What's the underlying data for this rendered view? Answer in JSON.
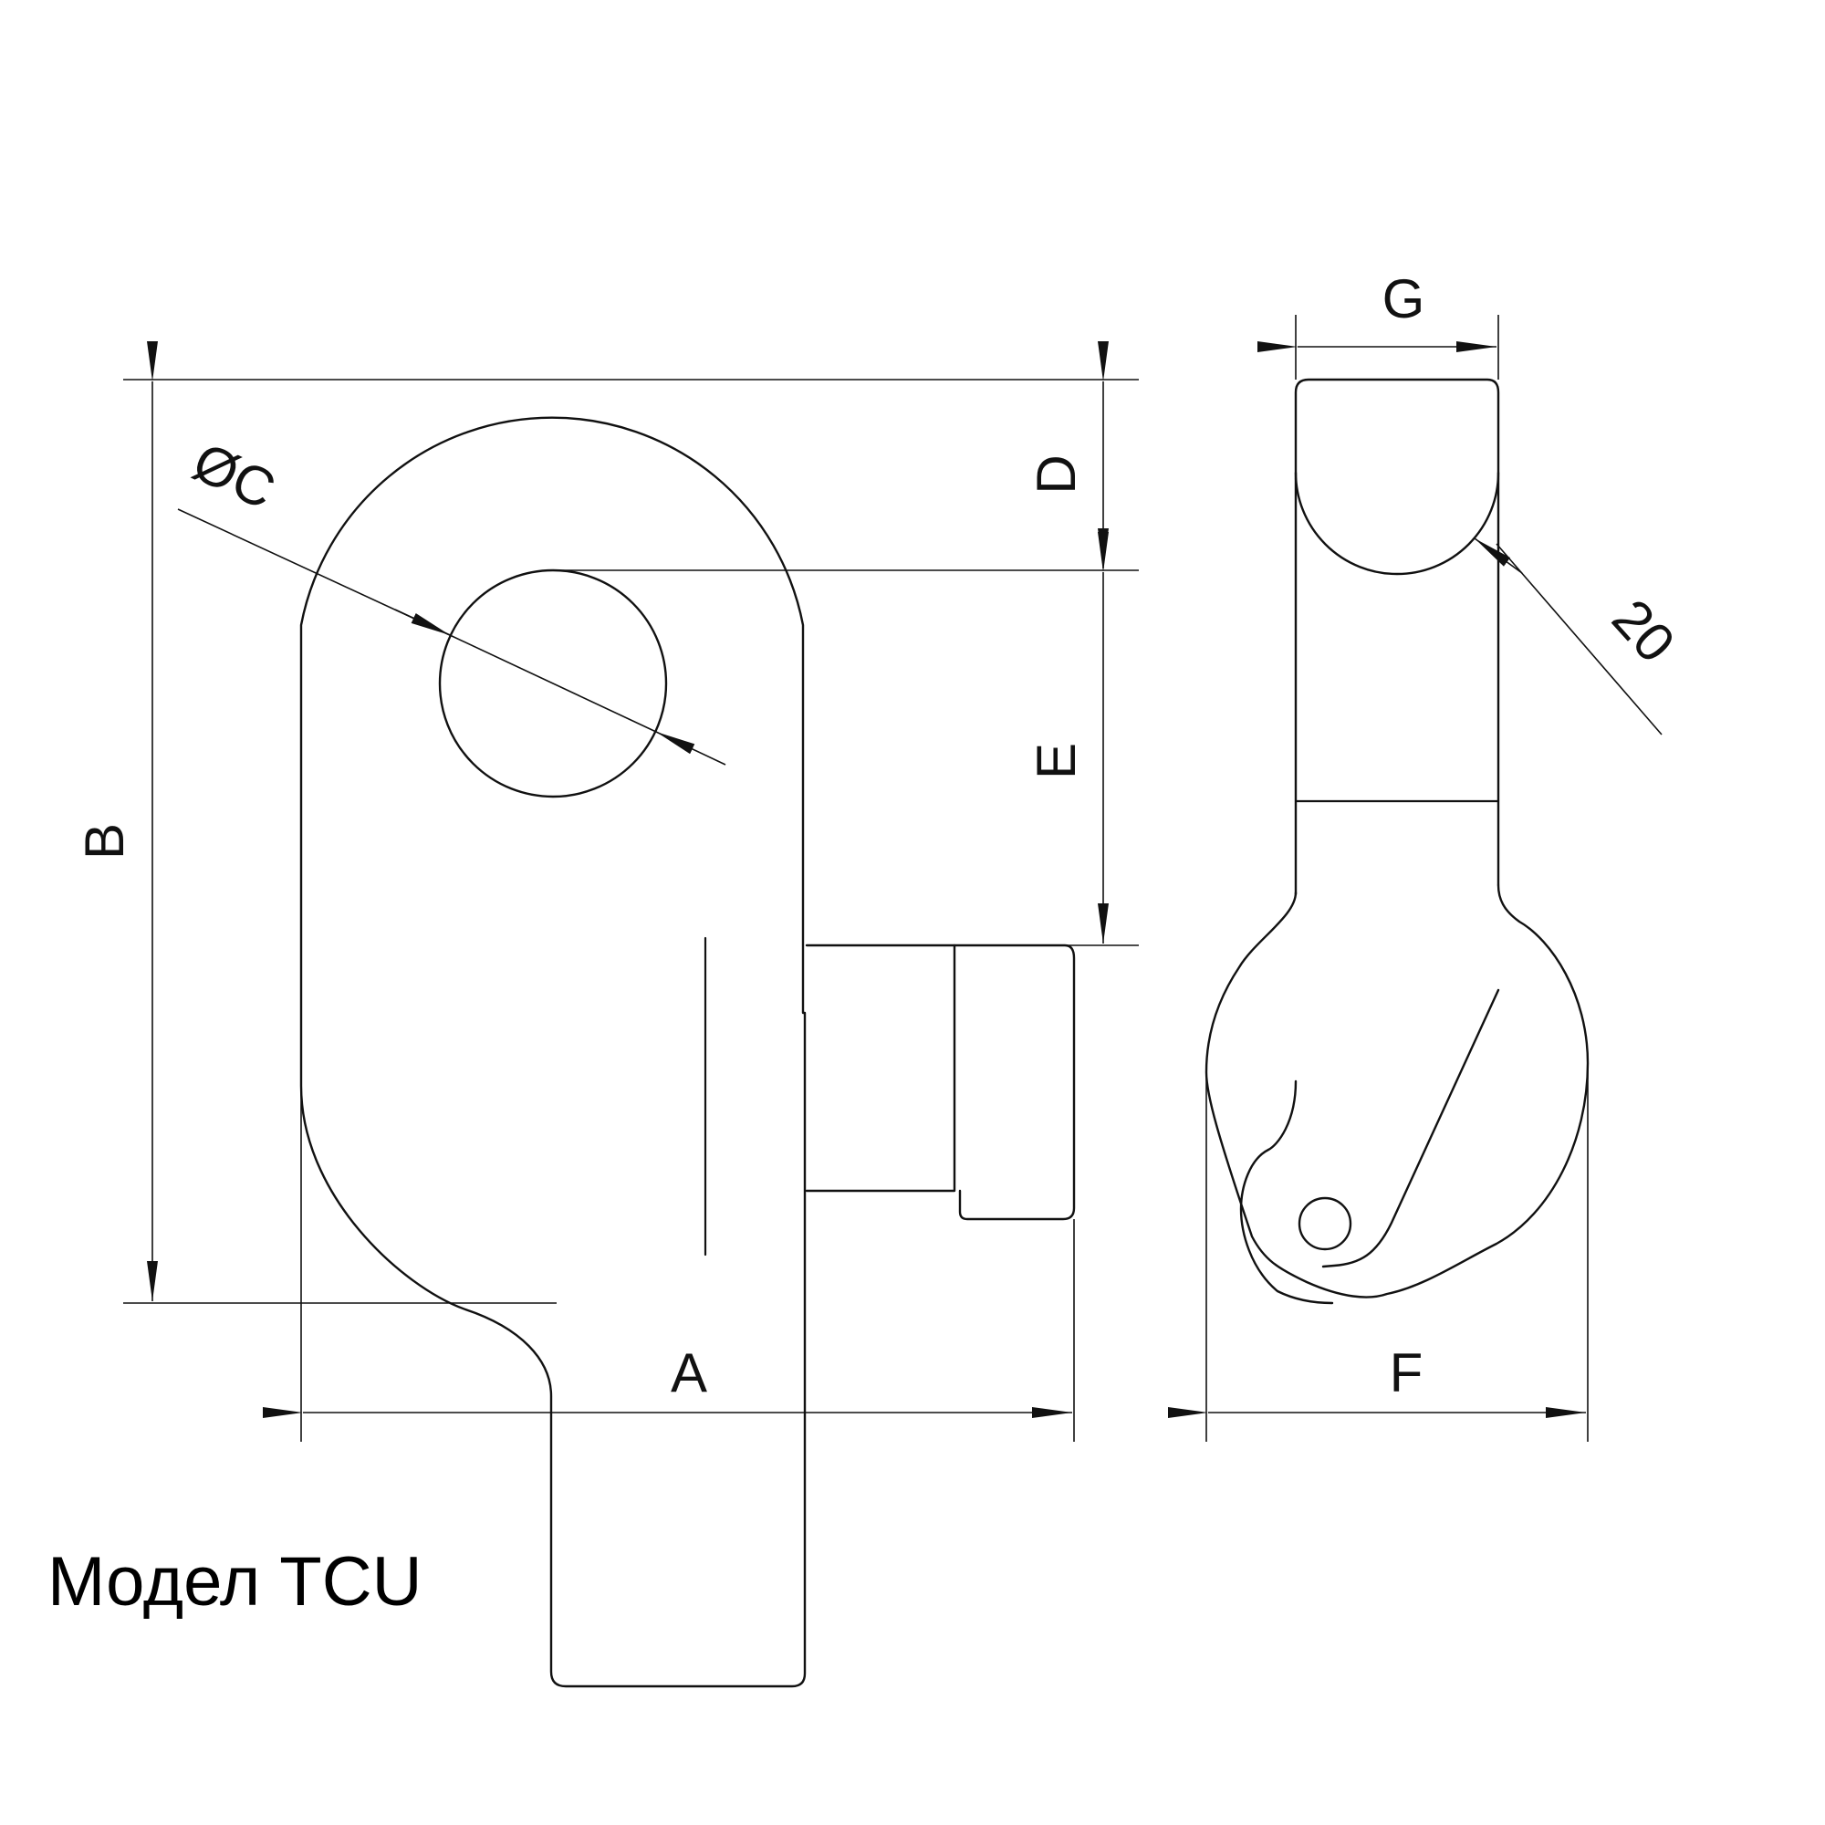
{
  "caption": "Модел TCU",
  "labels": {
    "a": "A",
    "b": "B",
    "c": "ØC",
    "d": "D",
    "e": "E",
    "f": "F",
    "g": "G",
    "radius": "20"
  },
  "colors": {
    "ink": "#111111",
    "background": "#ffffff"
  }
}
